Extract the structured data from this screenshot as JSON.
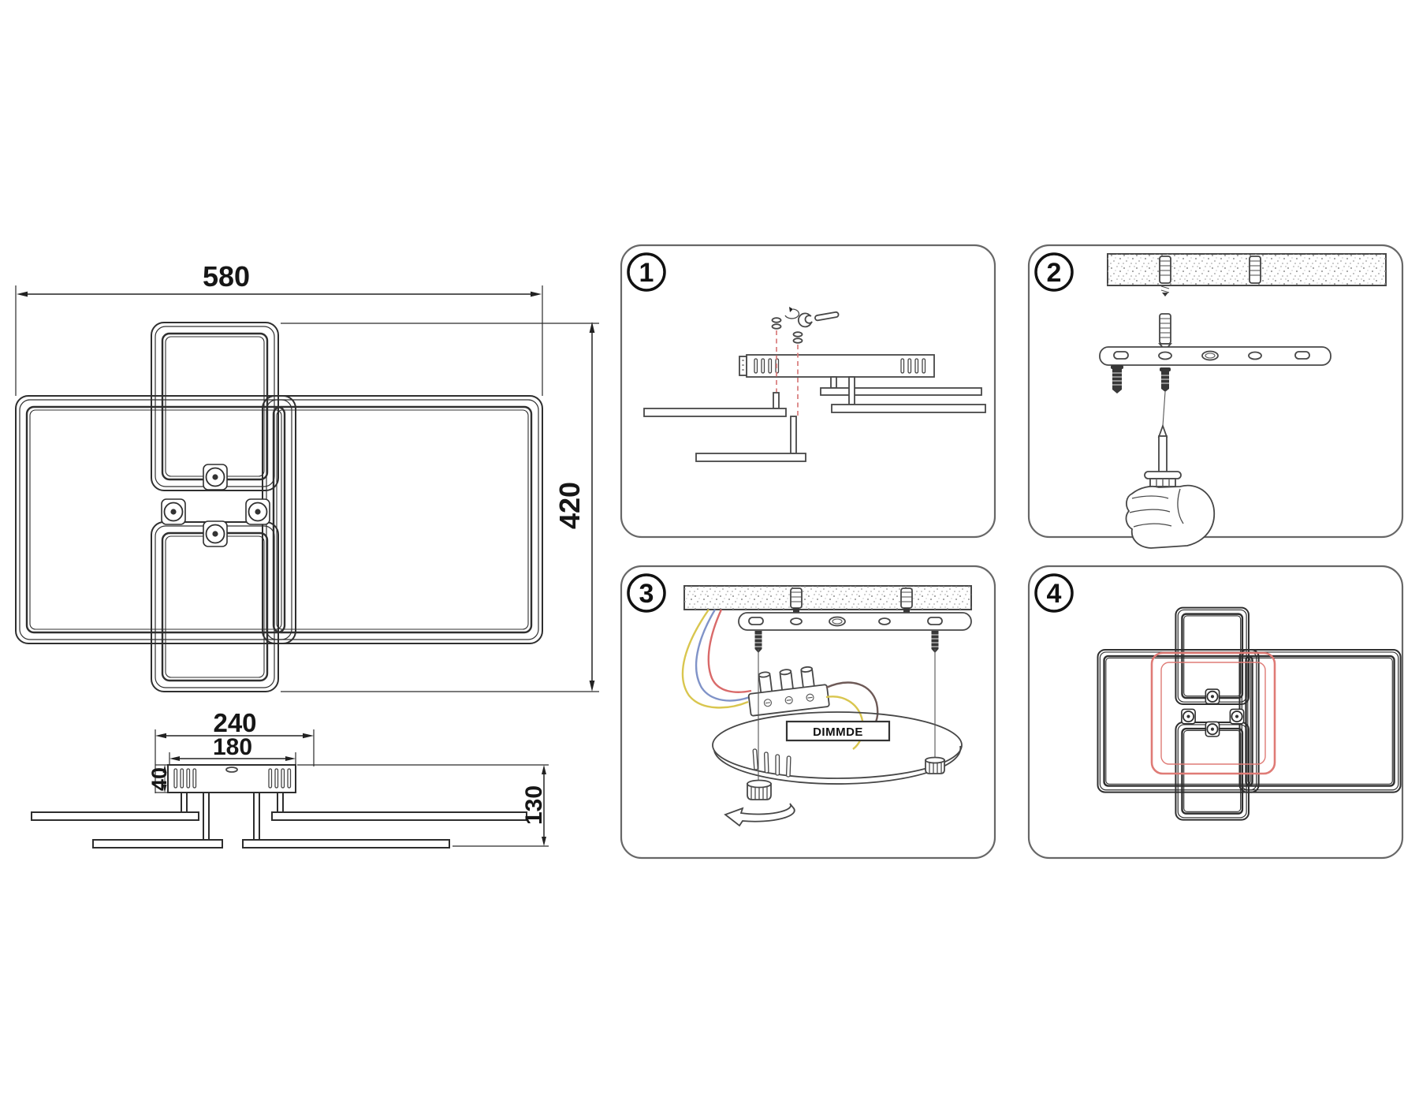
{
  "document": {
    "type": "ceiling-lamp installation and dimension diagram",
    "background": "#ffffff"
  },
  "top_view": {
    "width_label": "580",
    "height_label": "420"
  },
  "side_view": {
    "canopy_width_label": "240",
    "mount_width_label": "180",
    "housing_height_label": "40",
    "drop_height_label": "130"
  },
  "steps": [
    {
      "number": "1"
    },
    {
      "number": "2"
    },
    {
      "number": "3"
    },
    {
      "number": "4"
    }
  ],
  "panel3": {
    "dimmer_label": "DIMMDE"
  },
  "colors": {
    "line": "#2e2e2e",
    "panel_border": "#676767",
    "highlight_red": "#df7b76",
    "dashed_red": "#d97a7a",
    "wire_yellow": "#d9c64f",
    "wire_blue": "#8093c8",
    "wire_red": "#d96a6a",
    "wire_brown": "#6e5a57"
  },
  "icons": [
    "wrench-icon",
    "screwdriver-icon",
    "hand-icon",
    "wall-plug-icon",
    "screw-icon",
    "rotation-arrow-icon",
    "knurled-nut-icon",
    "terminal-block",
    "ceiling-surface",
    "mounting-bracket",
    "red-highlight-frame"
  ]
}
